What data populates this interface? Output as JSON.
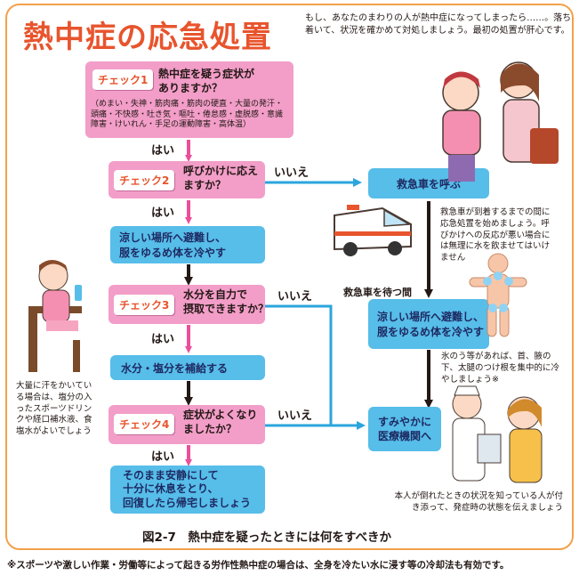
{
  "title": "熱中症の応急処置",
  "intro": "もし、あなたのまわりの人が熱中症になってしまったら……。落ち着いて、状況を確かめて対処しましょう。最初の処置が肝心です。",
  "check1": {
    "badge": "チェック1",
    "question_line1": "熱中症を疑う症状が",
    "question_line2": "ありますか？",
    "symptoms": "（めまい・失神・筋肉痛・筋肉の硬直・大量の発汗・頭痛・不快感・吐き気・嘔吐・倦怠感・虚脱感・意識障害・けいれん・手足の運動障害・高体温）"
  },
  "check2": {
    "badge": "チェック2",
    "question_line1": "呼びかけに応え",
    "question_line2": "ますか？"
  },
  "check3": {
    "badge": "チェック3",
    "question_line1": "水分を自力で",
    "question_line2": "摂取できますか？"
  },
  "check4": {
    "badge": "チェック4",
    "question_line1": "症状がよくなり",
    "question_line2": "ましたか？"
  },
  "yes": "はい",
  "no": "いいえ",
  "actions": {
    "cool_line1": "涼しい場所へ避難し、",
    "cool_line2": "服をゆるめ体を冷やす",
    "hydrate": "水分・塩分を補給する",
    "rest_line1": "そのまま安静にして",
    "rest_line2": "十分に休息をとり、",
    "rest_line3": "回復したら帰宅しましょう",
    "ambulance": "救急車を呼ぶ",
    "cool2_line1": "涼しい場所へ避難し、",
    "cool2_line2": "服をゆるめ体を冷やす",
    "hospital_line1": "すみやかに",
    "hospital_line2": "医療機関へ"
  },
  "waiting_label": "救急車を待つ間",
  "notes": {
    "ambulance_note": "救急車が到着するまでの間に応急処置を始めましょう。呼びかけへの反応が悪い場合には無理に水を飲ませてはいけません",
    "ice_note": "氷のう等があれば、首、腋の下、太腿のつけ根を集中的に冷やしましょう※",
    "sweat_note": "大量に汗をかいている場合は、塩分の入ったスポーツドリンクや経口補水液、食塩水がよいでしょう",
    "hospital_note": "本人が倒れたときの状況を知っている人が付き添って、発症時の状態を伝えましょう"
  },
  "caption": "図2-7　熱中症を疑ったときには何をすべきか",
  "footnote": "※スポーツや激しい作業・労働等によって起きる労作性熱中症の場合は、全身を冷たい水に浸す等の冷却法も有効です。",
  "colors": {
    "title": "#e8542d",
    "check_box": "#f29ec8",
    "action_box": "#57bde9",
    "yes_arrow": "#ea4f9a",
    "no_arrow": "#2aa5dd",
    "frame": "#f3a14a"
  }
}
